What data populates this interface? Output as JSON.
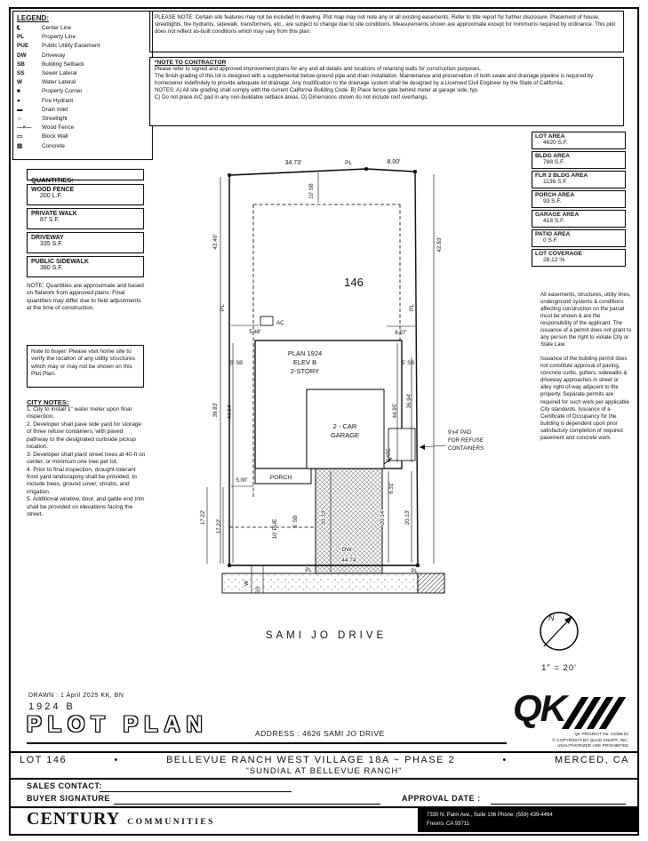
{
  "doc": {
    "please_note": "PLEASE NOTE:  Certain site features may not be included in drawing. Plot map may not note any or all existing easements. Refer to title report for further disclosure. Placement of house, streetlights, fire hydrants, sidewalk, transformers, etc., are subject to change due to site conditions. Measurements shown are approximate except for minimums required by ordinance. This plot does not reflect as-built conditions which may vary from this plan.",
    "contractor_title": "*NOTE TO CONTRACTOR",
    "contractor_body": "Please refer to signed and approved improvement plans for any and all details and locations of retaining walls for construction purposes.\nThe finish grading of this lot is designed with a supplemental below-ground pipe and drain installation. Maintenance and preservation of both swale and drainage pipeline is required by homeowner indefinitely to provide adequate lot drainage. Any modification to the drainage system shall be designed by a Licensed Civil Engineer by the State of California.\nNOTES:  A) All site grading shall comply with the current California Building Code.  B) Place fence gate behind meter at garage side, typ.\nC) Do not place A/C pad in any non-buildable setback areas.  D) Dimensions shown do not include roof overhangs."
  },
  "legend": {
    "title": "LEGEND:",
    "items": [
      {
        "symbol": "℄",
        "label": "Center Line"
      },
      {
        "symbol": "PL",
        "label": "Property Line"
      },
      {
        "symbol": "PUE",
        "label": "Public Utility Easement"
      },
      {
        "symbol": "DW",
        "label": "Driveway"
      },
      {
        "symbol": "SB",
        "label": "Building Setback"
      },
      {
        "symbol": "SS",
        "label": "Sewer Lateral"
      },
      {
        "symbol": "W",
        "label": "Water Lateral"
      },
      {
        "symbol": "■",
        "label": "Property Corner"
      },
      {
        "symbol": "●",
        "label": "Fire Hydrant"
      },
      {
        "symbol": "▬",
        "label": "Drain Inlet"
      },
      {
        "symbol": "☼",
        "label": "Streetlight"
      },
      {
        "symbol": "—×—",
        "label": "Wood Fence"
      },
      {
        "symbol": "▭",
        "label": "Block Wall"
      },
      {
        "symbol": "▨",
        "label": "Concrete"
      }
    ]
  },
  "quantities": {
    "title": "QUANTITIES:",
    "items": [
      {
        "label": "WOOD FENCE",
        "value": "200 L.F."
      },
      {
        "label": "PRIVATE WALK",
        "value": "87 S.F."
      },
      {
        "label": "DRIVEWAY",
        "value": "335 S.F."
      },
      {
        "label": "PUBLIC SIDEWALK",
        "value": "380 S.F."
      }
    ],
    "note": "NOTE: Quantities are approximate and based on flatwork from approved plans. Final quantities may differ due to field adjustments at the time of construction."
  },
  "buyer_note": "Note to buyer: Please visit home site to verify the location of any utility structures which may or may not be shown on this Plot Plan.",
  "city_notes": {
    "title": "CITY NOTES:",
    "body": "1. City to install 1\" water meter upon final inspection.\n2. Developer shall pave side yard for storage of three refuse containers, with paved pathway to the designated curbside pickup location.\n3. Developer shall plant street trees at 40-ft on center, or minimum one tree per lot.\n4. Prior to final inspection, drought-tolerant front yard landscaping shall be provided, to include trees, ground cover, shrubs, and irrigation.\n5. Additional window, door, and gable end trim shall be provided on elevations facing the street."
  },
  "areas": {
    "items": [
      {
        "label": "LOT AREA",
        "value": "4620 S.F."
      },
      {
        "label": "BLDG AREA",
        "value": "788 S.F."
      },
      {
        "label": "FLR 2 BLDG AREA",
        "value": "1136 S.F."
      },
      {
        "label": "PORCH AREA",
        "value": "93 S.F."
      },
      {
        "label": "GARAGE AREA",
        "value": "418 S.F."
      },
      {
        "label": "PATIO AREA",
        "value": "0 S.F."
      },
      {
        "label": "LOT COVERAGE",
        "value": "28.12 %"
      }
    ],
    "disclaimer": "All easements, structures, utility lines, underground systems & conditions affecting construction on the parcel must be shown & are the responsibility of the applicant. The issuance of a permit does not grant to any person the right to violate City or State Law.\n\nIssuance of the building permit does not constitute approval of paving, concrete curbs, gutters, sidewalks & driveway approaches in street or alley right-of-way adjacent to the property. Separate permits are required for such work per applicable City standards. Issuance of a Certificate of Occupancy for the building is dependent upon prior satisfactory completion of required pavement and concrete work."
  },
  "site": {
    "lot_number": "146",
    "north": "N",
    "scale": "1\" = 20'",
    "labels": {
      "dim_top_left": "34.73'",
      "pl_top": "PL",
      "dim_top_right": "8.00'",
      "sb_top": "10' SB",
      "dim_left_upper": "42.40'",
      "pl_left": "PL",
      "dim_right_outer": "42.83'",
      "pl_right": "PL",
      "dim_ac": "5.48'",
      "ac": "AC",
      "dim_house_right": "6.97'",
      "plan1": "PLAN 1924",
      "plan2": "ELEV B",
      "plan3": "2-STORY",
      "sb_left": "5' SB",
      "sb_right": "5' SB",
      "dim_39_83": "39.83'",
      "dim_44_94": "44.94'",
      "dim_44_95": "44.95'",
      "dim_36_94": "36.94'",
      "garage1": "2 - CAR",
      "garage2": "GARAGE",
      "gate": "GATE",
      "refuse1": "9'x4' PAD",
      "refuse2": "FOR REFUSE",
      "refuse3": "CONTAINERS",
      "porch": "PORCH",
      "dim_5_00": "5.00'",
      "dim_6_31": "6.31'",
      "dim_17_22a": "17.22'",
      "dim_17_22b": "17.22'",
      "pue": "10' PUE",
      "sb_lower": "5' SB",
      "dim_20_33": "20.33'",
      "dim_20_14": "20.14'",
      "dim_20_13": "20.13'",
      "dw": "DW",
      "dim_44_74": "44.74'",
      "pl_bottom_a": "PL",
      "pl_bottom_b": "PL",
      "ss": "SS",
      "w": "W",
      "street": "SAMI JO DRIVE"
    }
  },
  "title_block": {
    "drawn": "DRAWN :  1 April 2025   KK, BN",
    "plan_number": "1924  B",
    "title": "PLOT PLAN",
    "address": "ADDRESS :  4626 SAMI JO DRIVE",
    "qk": "QK",
    "project": "QK PROJECT No. 21086.02",
    "copyright1": "© COPYRIGHT BY QUAD KNOPF, INC.",
    "copyright2": "UNAUTHORIZED USE PROHIBITED"
  },
  "footer": {
    "lot": "LOT 146",
    "bullet": "•",
    "community": "BELLEVUE RANCH WEST VILLAGE 18A ~ PHASE 2",
    "city": "MERCED, CA",
    "subdivision": "\"SUNDIAL AT BELLEVUE RANCH\"",
    "sales_label": "SALES CONTACT:",
    "buyer_label": "BUYER SIGNATURE",
    "approval_label": "APPROVAL DATE :",
    "brand": "CENTURY",
    "brand2": "COMMUNITIES",
    "addr1": "7330 N. Palm Ave., Suite 106   Phone:  (559) 439-4464",
    "addr2": "Fresno, CA  93711"
  }
}
